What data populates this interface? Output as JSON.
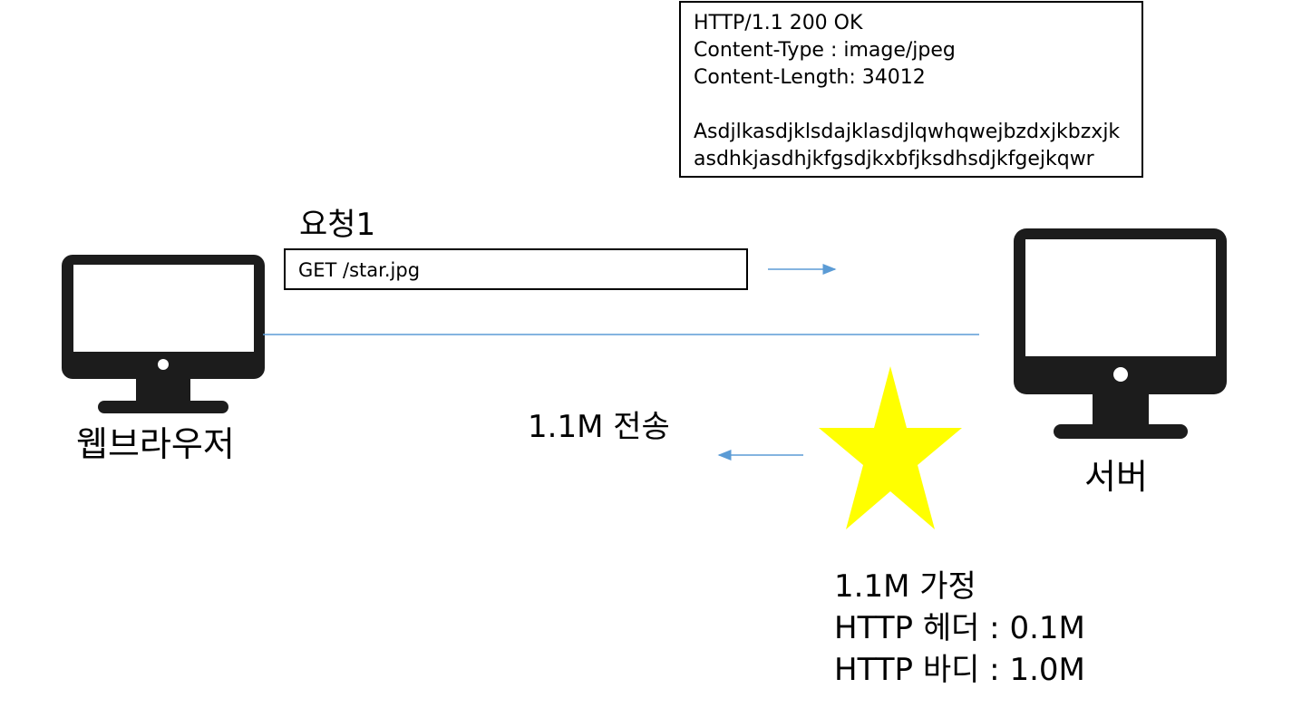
{
  "response": {
    "lines": [
      "HTTP/1.1 200 OK",
      "Content-Type : image/jpeg",
      "Content-Length: 34012",
      "",
      "Asdjlkasdjklsdajklasdjlqwhqwejbzdxjkbzxjk",
      "asdhkjasdhjkfgsdjkxbfjksdhsdjkfgejkqwr"
    ]
  },
  "request": {
    "label": "요청1",
    "text": "GET /star.jpg"
  },
  "client": {
    "label": "웹브라우저"
  },
  "server": {
    "label": "서버"
  },
  "transfer": {
    "label": "1.1M 전송"
  },
  "assumption": {
    "lines": [
      "1.1M 가정",
      "HTTP 헤더 : 0.1M",
      "HTTP 바디 : 1.0M"
    ]
  },
  "colors": {
    "monitor": "#1c1c1c",
    "star": "#ffff00",
    "arrow": "#5b9bd5",
    "line": "#5b9bd5"
  },
  "icons": {
    "client": "monitor-icon",
    "server": "monitor-icon",
    "payload": "star-icon"
  }
}
